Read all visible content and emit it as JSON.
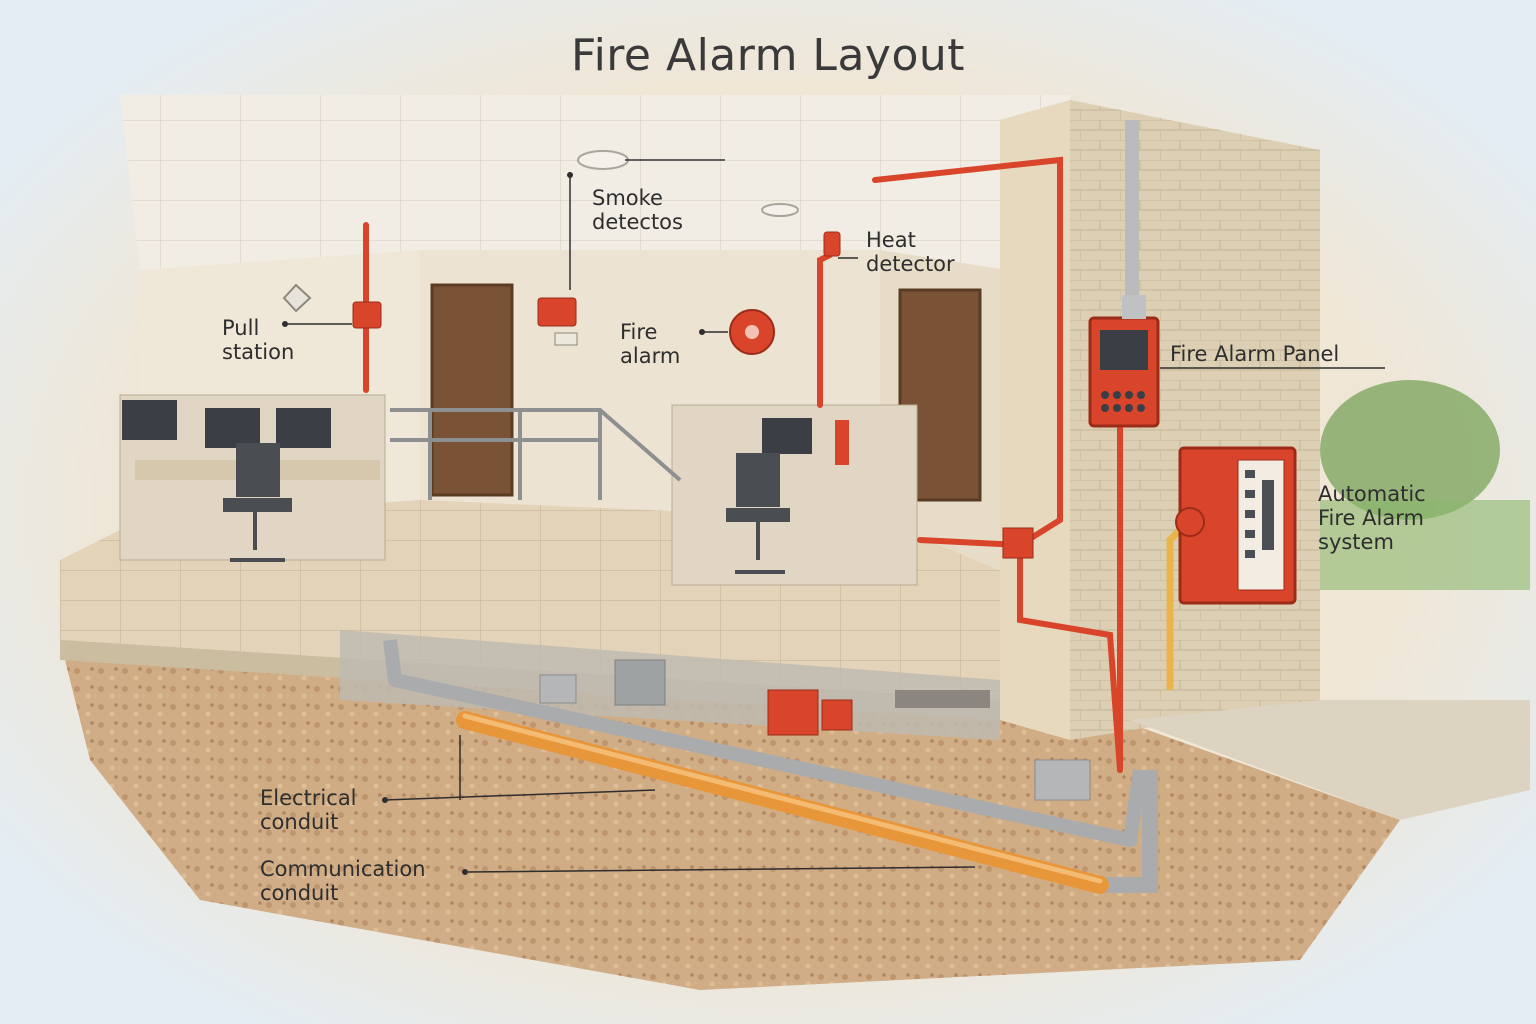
{
  "title": "Fire Alarm Layout",
  "labels": {
    "smoke_1": "Smoke",
    "smoke_2": "detectos",
    "heat_1": "Heat",
    "heat_2": "detector",
    "pull_1": "Pull",
    "pull_2": "station",
    "fire_1": "Fire",
    "fire_2": "alarm",
    "panel": "Fire Alarm Panel",
    "auto_1": "Automatic",
    "auto_2": "Fire Alarm",
    "auto_3": "system",
    "elec_1": "Electrical",
    "elec_2": "conduit",
    "comm_1": "Communication",
    "comm_2": "conduit"
  },
  "colors": {
    "alarm_red": "#d9452b",
    "conduit_orange": "#e8963a",
    "pipe_gray": "#a9abad",
    "wall_cream": "#ece3d2",
    "floor_tile": "#e3d3b8",
    "brick": "#dccfb4",
    "soil": "#c9a27a",
    "door_brown": "#7a5236"
  }
}
